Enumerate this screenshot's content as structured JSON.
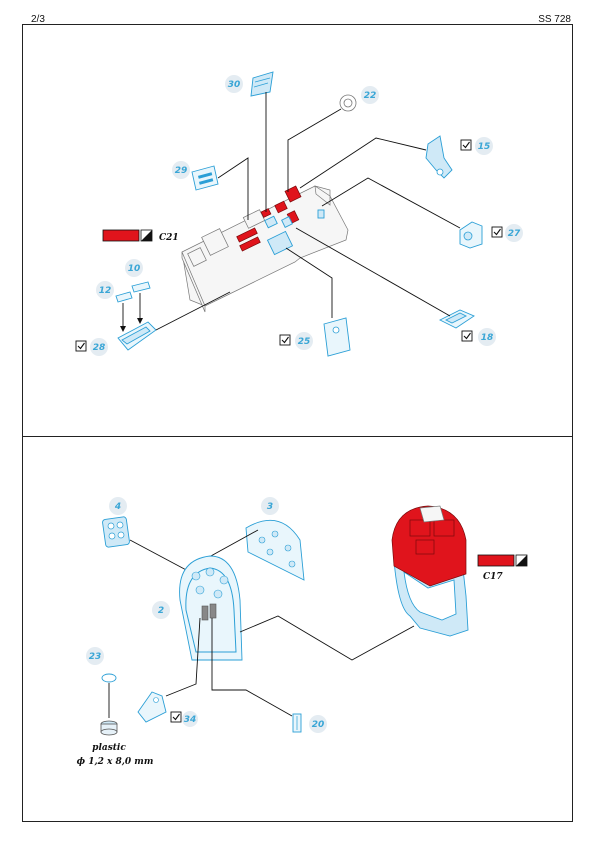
{
  "header": {
    "page": "2/3",
    "set_code": "SS 728"
  },
  "colors": {
    "photo_etch": "#2b9fd6",
    "painted_part": "#e0141c",
    "label": "#3aa6d6"
  },
  "top_panel": {
    "parts": [
      "30",
      "22",
      "29",
      "15",
      "27",
      "12",
      "10",
      "28",
      "25",
      "18"
    ],
    "color_callout": "C21"
  },
  "bottom_panel": {
    "parts": [
      "4",
      "3",
      "2",
      "23",
      "34",
      "20"
    ],
    "color_callout": "C17",
    "note": {
      "material": "plastic",
      "size": "ϕ 1,2 x 8,0 mm"
    }
  },
  "icons": [
    "check-box-icon",
    "color-swatch-icon"
  ]
}
